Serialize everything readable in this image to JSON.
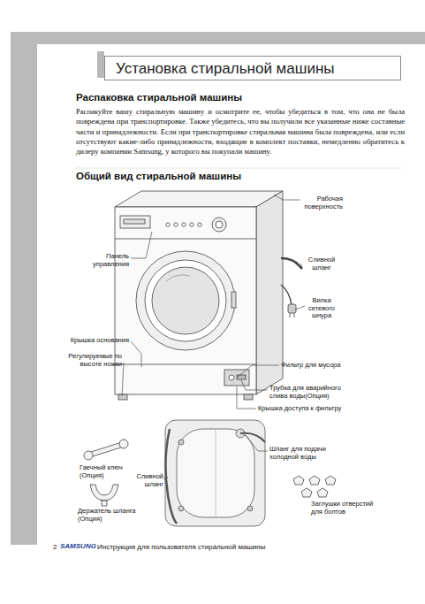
{
  "diagram": {
    "title": "Установка стиральной машины",
    "labels": [
      "Распаковка стиральной машины",
      "Распакуйте вашу стиральную машину и осмотрите ее, чтобы убедиться в том, что она не была повреждена при транспортировке. Также убедитесь, что вы получили все указанные ниже составные части и принадлежности. Если при транспортировке стиральная машина была повреждена, или если отсутствуют какие-либо принадлежности, входящие в комплект поставки, немедленно обратитесь к дилеру компании Samsung, у которого вы покупали машину.",
      "Общий вид стиральной машины",
      "Рабочая поверхность",
      "Панель управления",
      "Сливной шланг",
      "Вилка сетевого шнура",
      "Крышка основания",
      "Регулируемые по высоте ножки",
      "Фильтр для мусора",
      "Трубка для аварийного слива воды(Опция)",
      "Крышка доступа к фильтру",
      "Шланг для подачи холодной воды",
      "Гаечный ключ (Опция)",
      "Сливной шланг",
      "Держатель шланга (Опция)",
      "Заглушки отверстий для болтов",
      "2",
      "SAMSUNG",
      "Инструкция для пользователя стиральной машины"
    ]
  }
}
